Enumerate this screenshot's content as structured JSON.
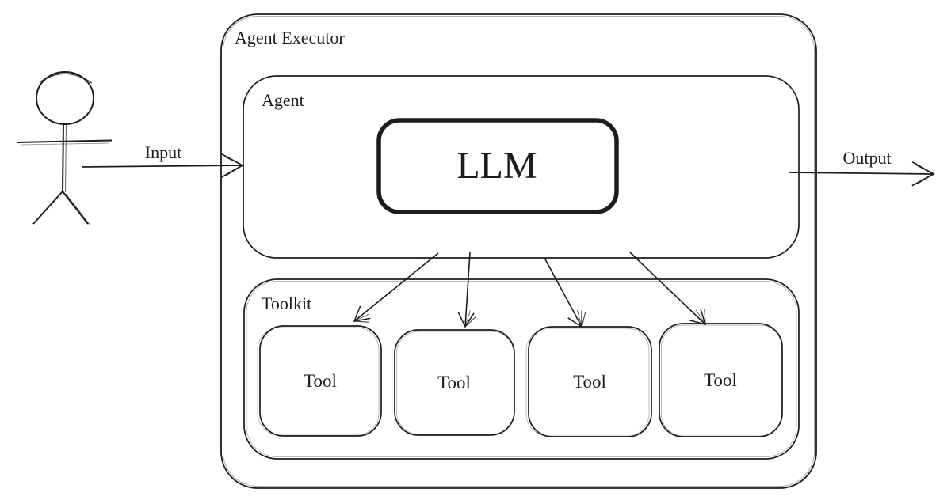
{
  "colors": {
    "ink": "#1c1c1c",
    "background": "#ffffff"
  },
  "icons": {
    "person": "stick-figure-person"
  },
  "flow": {
    "input_label": "Input",
    "output_label": "Output"
  },
  "boxes": {
    "agent_executor": {
      "label": "Agent Executor"
    },
    "agent": {
      "label": "Agent"
    },
    "llm": {
      "label": "LLM"
    },
    "toolkit": {
      "label": "Toolkit"
    },
    "tools": [
      {
        "label": "Tool"
      },
      {
        "label": "Tool"
      },
      {
        "label": "Tool"
      },
      {
        "label": "Tool"
      }
    ]
  }
}
